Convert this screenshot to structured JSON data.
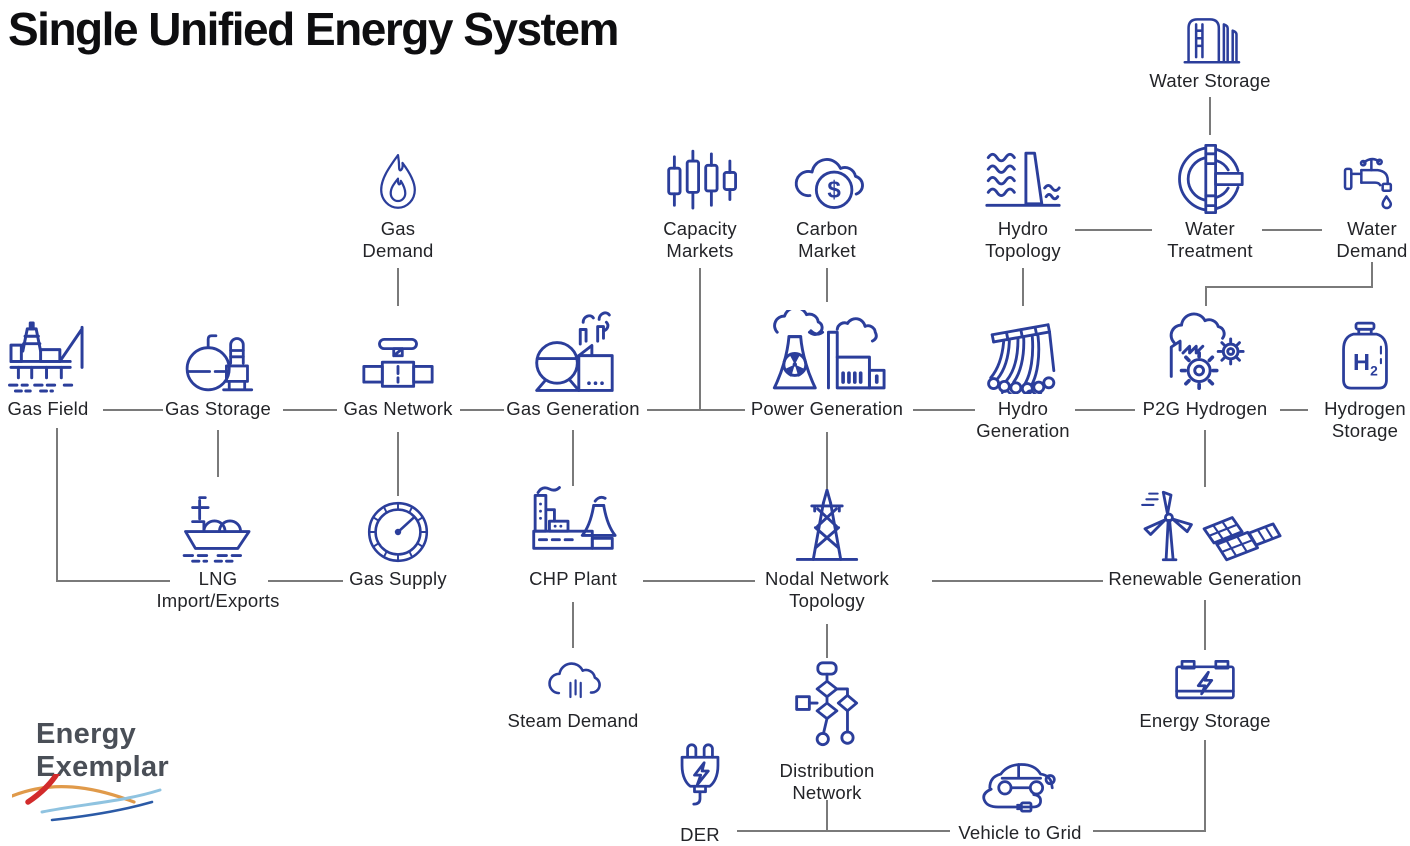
{
  "title": "Single Unified Energy System",
  "colors": {
    "icon_blue": "#2B3E9B",
    "connector_gray": "#7a7a7a",
    "title_black": "#0e0e10",
    "logo_gray": "#4a4f57",
    "logo_red": "#d22b2b",
    "logo_orange": "#e09a4a",
    "logo_lightblue": "#8fc3e0",
    "logo_darkblue": "#2b5aa6"
  },
  "logo": {
    "line1": "Energy",
    "line2": "Exemplar"
  },
  "nodes": [
    {
      "id": "water-storage",
      "icon": "water-tank-icon",
      "label": "Water Storage"
    },
    {
      "id": "gas-demand",
      "icon": "flame-icon",
      "label": "Gas\nDemand"
    },
    {
      "id": "capacity-markets",
      "icon": "candlestick-chart-icon",
      "label": "Capacity\nMarkets"
    },
    {
      "id": "carbon-market",
      "icon": "cloud-dollar-icon",
      "label": "Carbon\nMarket"
    },
    {
      "id": "hydro-topology",
      "icon": "dam-waves-icon",
      "label": "Hydro\nTopology"
    },
    {
      "id": "water-treatment",
      "icon": "treatment-filter-icon",
      "label": "Water\nTreatment"
    },
    {
      "id": "water-demand",
      "icon": "faucet-drop-icon",
      "label": "Water\nDemand"
    },
    {
      "id": "gas-field",
      "icon": "offshore-rig-icon",
      "label": "Gas Field"
    },
    {
      "id": "gas-storage",
      "icon": "sphere-tank-icon",
      "label": "Gas Storage"
    },
    {
      "id": "gas-network",
      "icon": "pipeline-valve-icon",
      "label": "Gas Network"
    },
    {
      "id": "gas-generation",
      "icon": "boiler-plant-icon",
      "label": "Gas Generation"
    },
    {
      "id": "power-generation",
      "icon": "nuclear-factory-icon",
      "label": "Power Generation"
    },
    {
      "id": "hydro-generation",
      "icon": "dam-spillway-icon",
      "label": "Hydro\nGeneration"
    },
    {
      "id": "p2g-hydrogen",
      "icon": "factory-gears-icon",
      "label": "P2G Hydrogen"
    },
    {
      "id": "hydrogen-storage",
      "icon": "h2-cylinder-icon",
      "label": "Hydrogen\nStorage"
    },
    {
      "id": "lng-import-exports",
      "icon": "lng-ship-icon",
      "label": "LNG\nImport/Exports"
    },
    {
      "id": "gas-supply",
      "icon": "gauge-icon",
      "label": "Gas Supply"
    },
    {
      "id": "chp-plant",
      "icon": "chp-factory-icon",
      "label": "CHP Plant"
    },
    {
      "id": "nodal-network-topology",
      "icon": "transmission-tower-icon",
      "label": "Nodal Network\nTopology"
    },
    {
      "id": "renewable-generation",
      "icon": "wind-solar-icon",
      "label": "Renewable Generation"
    },
    {
      "id": "steam-demand",
      "icon": "steam-cloud-icon",
      "label": "Steam Demand"
    },
    {
      "id": "distribution-network",
      "icon": "flowchart-icon",
      "label": "Distribution\nNetwork"
    },
    {
      "id": "energy-storage",
      "icon": "battery-bolt-icon",
      "label": "Energy Storage"
    },
    {
      "id": "der",
      "icon": "plug-bolt-icon",
      "label": "DER"
    },
    {
      "id": "vehicle-to-grid",
      "icon": "ev-car-cable-icon",
      "label": "Vehicle to Grid"
    }
  ]
}
